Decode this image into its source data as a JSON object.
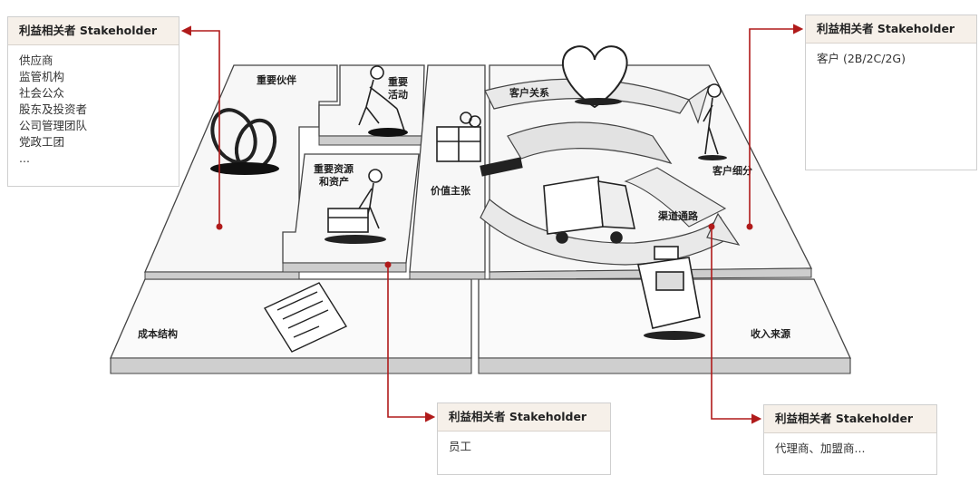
{
  "cards": {
    "top_left": {
      "header": "利益相关者 Stakeholder",
      "items": [
        "供应商",
        "监管机构",
        "社会公众",
        "股东及投资者",
        "公司管理团队",
        "党政工团",
        "..."
      ]
    },
    "top_right": {
      "header": "利益相关者 Stakeholder",
      "items": [
        "客户 (2B/2C/2G)"
      ]
    },
    "bottom_mid": {
      "header": "利益相关者 Stakeholder",
      "items": [
        "员工"
      ]
    },
    "bottom_right": {
      "header": "利益相关者 Stakeholder",
      "items": [
        "代理商、加盟商..."
      ]
    }
  },
  "canvas": {
    "key_partners": "重要伙伴",
    "key_activities_1": "重要",
    "key_activities_2": "活动",
    "key_resources_1": "重要资源",
    "key_resources_2": "和资产",
    "value_proposition": "价值主张",
    "customer_relationships": "客户关系",
    "channels": "渠道通路",
    "customer_segments": "客户细分",
    "cost_structure": "成本结构",
    "revenue_streams": "收入来源"
  },
  "colors": {
    "connector": "#b01a1a",
    "card_header_bg": "#f6f0e9"
  }
}
